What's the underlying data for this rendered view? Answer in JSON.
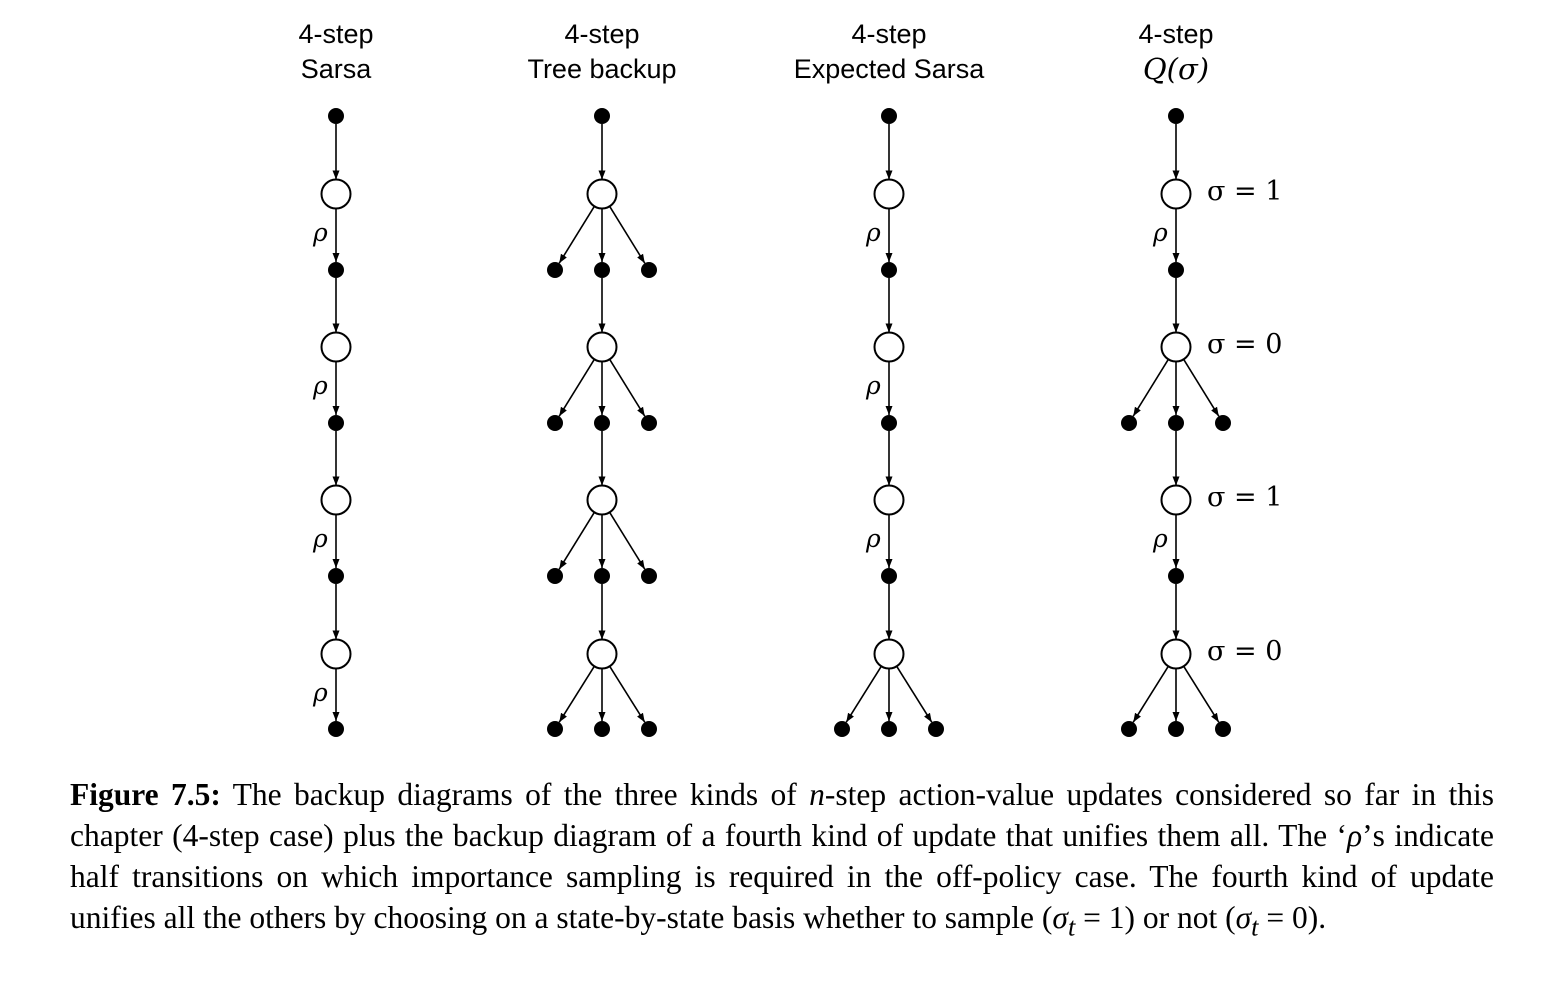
{
  "columns": [
    {
      "title_line1": "4-step",
      "title_line2": "Sarsa"
    },
    {
      "title_line1": "4-step",
      "title_line2": "Tree backup"
    },
    {
      "title_line1": "4-step",
      "title_line2": "Expected Sarsa"
    },
    {
      "title_line1": "4-step",
      "title_line2_pre": "Q",
      "title_line2_paren": "(σ)"
    }
  ],
  "rho_label": "ρ",
  "sigma_labels": [
    "σ = 1",
    "σ = 0",
    "σ = 1",
    "σ = 0"
  ],
  "caption": {
    "label": "Figure 7.5:",
    "p1": " The backup diagrams of the three kinds of ",
    "n": "n",
    "p2": "-step action-value updates considered so far in this chapter (4-step case) plus the backup diagram of a fourth kind of update that unifies them all. The ‘",
    "rho": "ρ",
    "p3": "’s indicate half transitions on which importance sampling is required in the off-policy case. The fourth kind of update unifies all the others by choosing on a state-by-state basis whether to sample (",
    "s1": "σ",
    "t1": "t",
    "eq1": " = 1) or not (",
    "s2": "σ",
    "t2": "t",
    "eq2": " = 0)."
  }
}
